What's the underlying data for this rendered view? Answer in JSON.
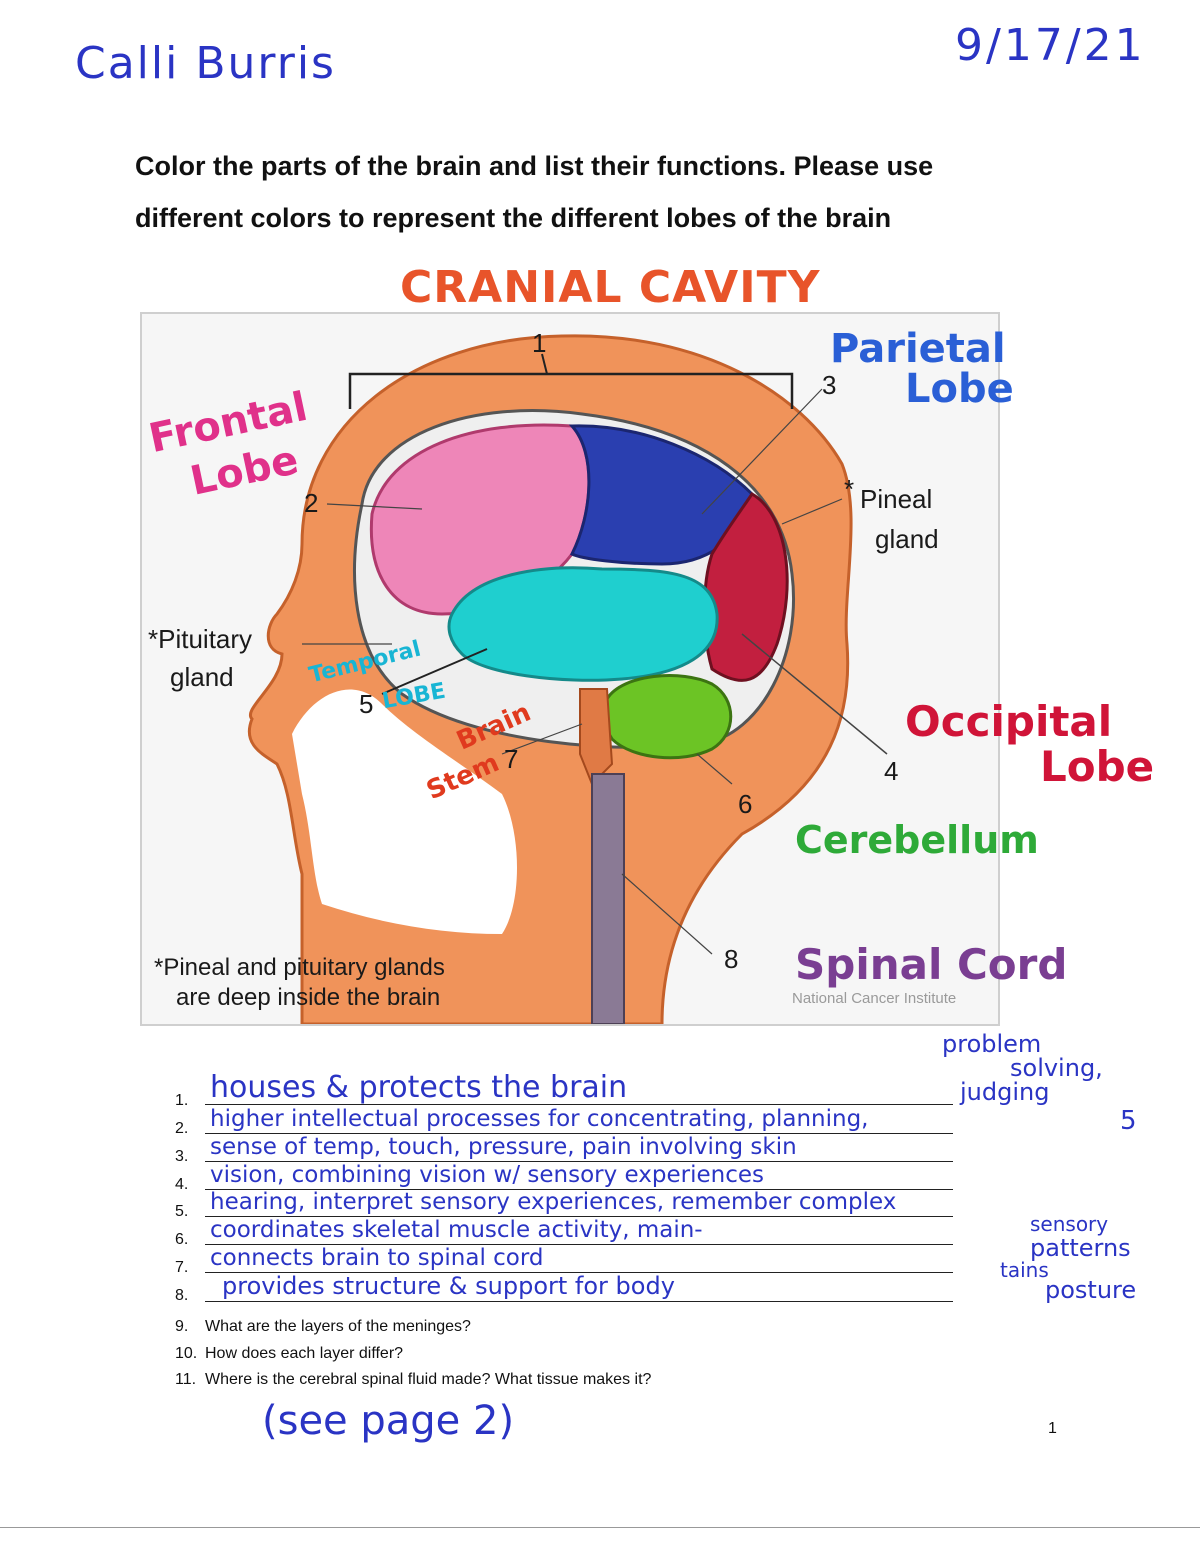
{
  "header": {
    "student_name": "Calli Burris",
    "date": "9/17/21"
  },
  "instructions": {
    "line1": "Color the parts of the brain and list their functions. Please use",
    "line2": "different colors to represent the different lobes of the brain"
  },
  "diagram": {
    "numbers": [
      "1",
      "2",
      "3",
      "4",
      "5",
      "6",
      "7",
      "8"
    ],
    "printed_labels": {
      "pineal_mark": "*",
      "pineal_1": "Pineal",
      "pineal_2": "gland",
      "pituitary_1": "*Pituitary",
      "pituitary_2": "gland",
      "footnote_1": "*Pineal and pituitary glands",
      "footnote_2": "are deep inside the brain",
      "credit": "National Cancer Institute"
    },
    "handwritten_labels": {
      "cranial_cavity": "CRANIAL CAVITY",
      "frontal_1": "Frontal",
      "frontal_2": "Lobe",
      "parietal_1": "Parietal",
      "parietal_2": "Lobe",
      "temporal_1": "Temporal",
      "temporal_2": "LOBE",
      "brain_stem_1": "Brain",
      "brain_stem_2": "Stem",
      "occipital_1": "Occipital",
      "occipital_2": "Lobe",
      "cerebellum": "Cerebellum",
      "spinal_cord": "Spinal Cord"
    },
    "colors": {
      "head": "#f0935a",
      "frontal": "#ee86b8",
      "parietal": "#2a3fb0",
      "temporal": "#1fcfcf",
      "occipital": "#c21f3f",
      "cerebellum": "#6cc425",
      "brain_stem": "#e07a45",
      "spinal_cord": "#8a7a95"
    }
  },
  "questions": [
    {
      "num": "1.",
      "answer": "houses & protects the brain"
    },
    {
      "num": "2.",
      "answer": "higher intellectual processes for concentrating, planning,"
    },
    {
      "num": "3.",
      "answer": "sense of temp, touch, pressure, pain involving skin"
    },
    {
      "num": "4.",
      "answer": "vision, combining vision w/ sensory experiences"
    },
    {
      "num": "5.",
      "answer": "hearing, interpret sensory experiences, remember complex"
    },
    {
      "num": "6.",
      "answer": "coordinates skeletal muscle activity, main-"
    },
    {
      "num": "7.",
      "answer": "connects brain to spinal cord"
    },
    {
      "num": "8.",
      "answer": "provides structure & support for body"
    },
    {
      "num": "9.",
      "text": "What are the layers of the meninges?"
    },
    {
      "num": "10.",
      "text": "How does each layer differ?"
    },
    {
      "num": "11.",
      "text": "Where is the cerebral spinal fluid made? What tissue makes it?"
    }
  ],
  "side_notes": {
    "problem": "problem",
    "solving": "solving,",
    "judging": "judging",
    "five": "5",
    "sensory": "sensory",
    "patterns": "patterns",
    "tains": "tains",
    "posture": "posture"
  },
  "see_page": "(see page 2)",
  "page_number": "1"
}
